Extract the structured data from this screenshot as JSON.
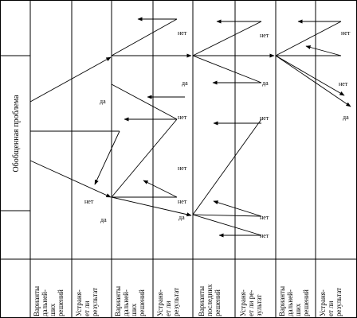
{
  "root_problem": "Обобщенная проблема",
  "columns": [
    [
      "Варианты",
      "дальней-",
      "ших",
      "решений"
    ],
    [
      "Устраня-",
      "ет ли",
      "результат"
    ],
    [
      "Варианты",
      "дальней-",
      "ших",
      "решений"
    ],
    [
      "Устраня-",
      "ет ли",
      "результат"
    ],
    [
      "Варианты",
      "последних",
      "решений"
    ],
    [
      "Устраня-",
      "ет ли ре-",
      "зультат"
    ],
    [
      "Варианты",
      "дальней-",
      "ших",
      "решений"
    ],
    [
      "Устраня-",
      "ет ли",
      "результат"
    ]
  ],
  "answers": {
    "no": "нет",
    "yes": "да"
  }
}
